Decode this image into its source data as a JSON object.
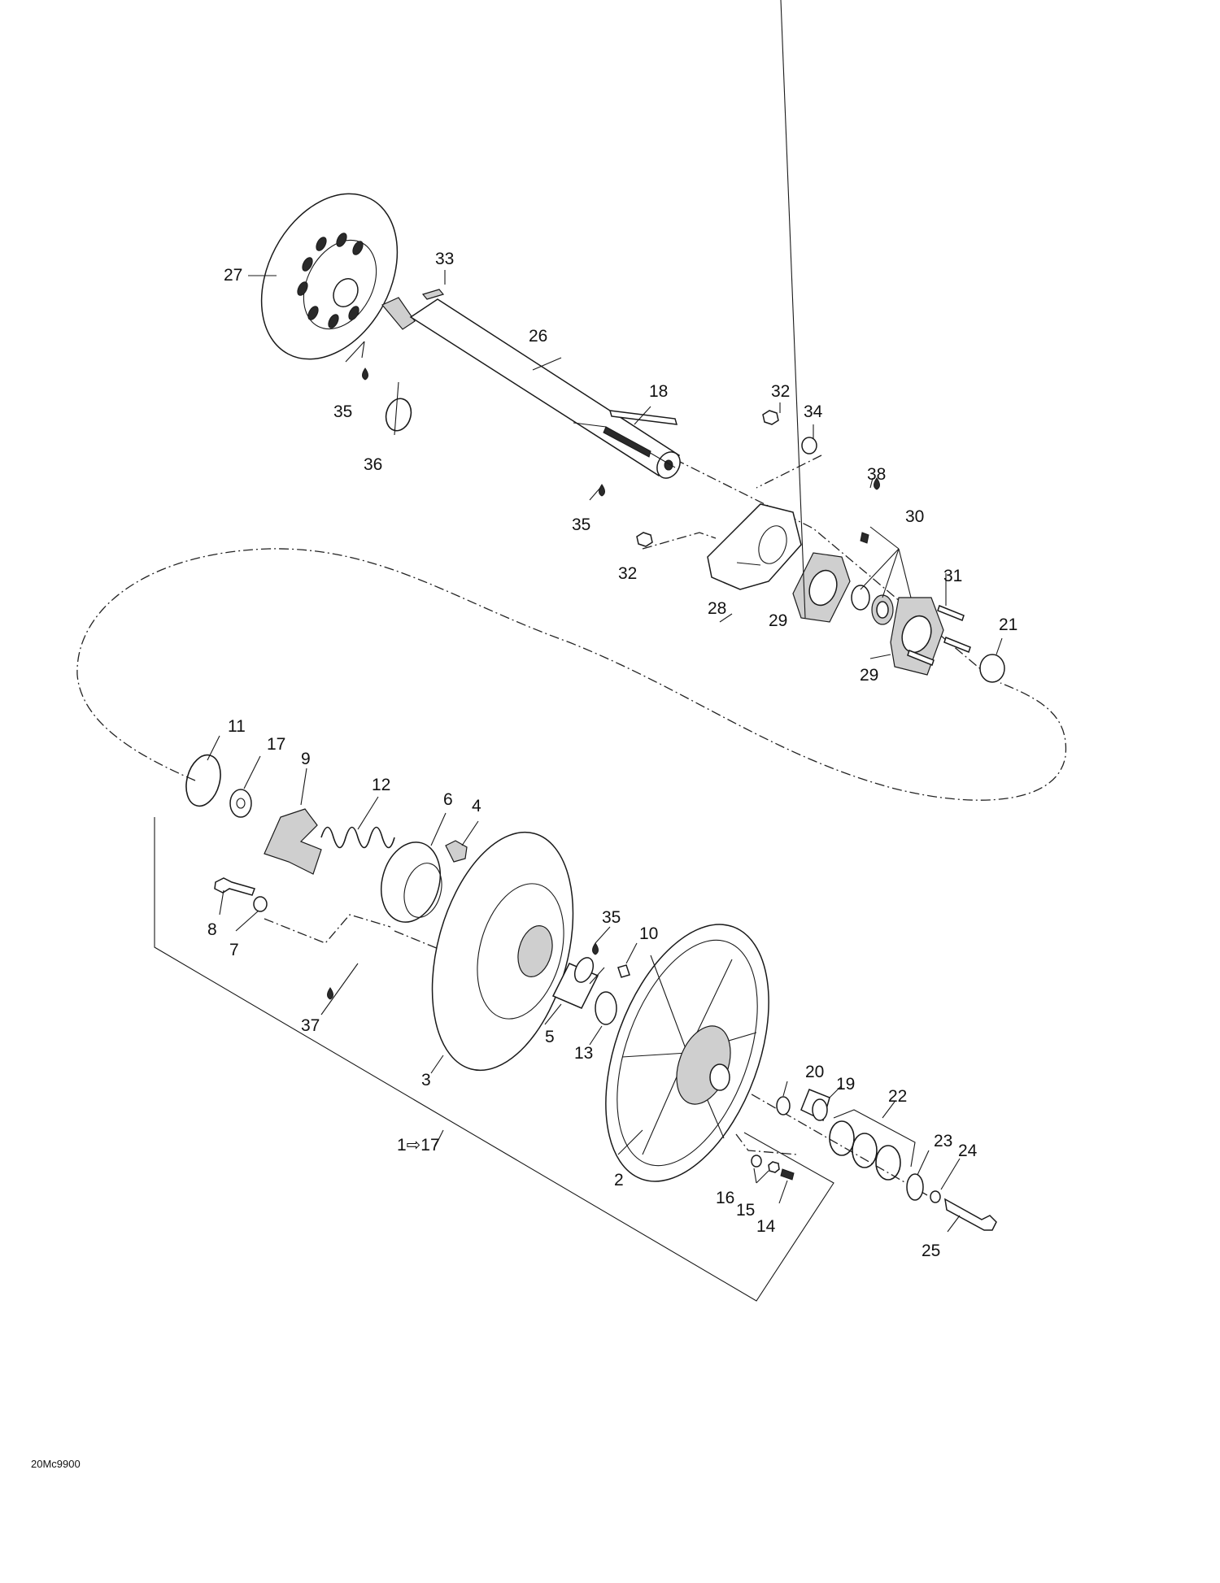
{
  "figure_code": "20Mc9900",
  "callouts": {
    "c1": "1⇨17",
    "c2": "2",
    "c3": "3",
    "c4": "4",
    "c5": "5",
    "c6": "6",
    "c7": "7",
    "c8": "8",
    "c9": "9",
    "c10": "10",
    "c11": "11",
    "c12": "12",
    "c13": "13",
    "c14": "14",
    "c15": "15",
    "c16": "16",
    "c17": "17",
    "c18": "18",
    "c19": "19",
    "c20": "20",
    "c21": "21",
    "c22": "22",
    "c23": "23",
    "c24": "24",
    "c25": "25",
    "c26": "26",
    "c27": "27",
    "c28": "28",
    "c29": "29",
    "c30": "30",
    "c31": "31",
    "c32": "32",
    "c33": "33",
    "c34": "34",
    "c35": "35",
    "c36": "36",
    "c37": "37",
    "c38": "38"
  }
}
